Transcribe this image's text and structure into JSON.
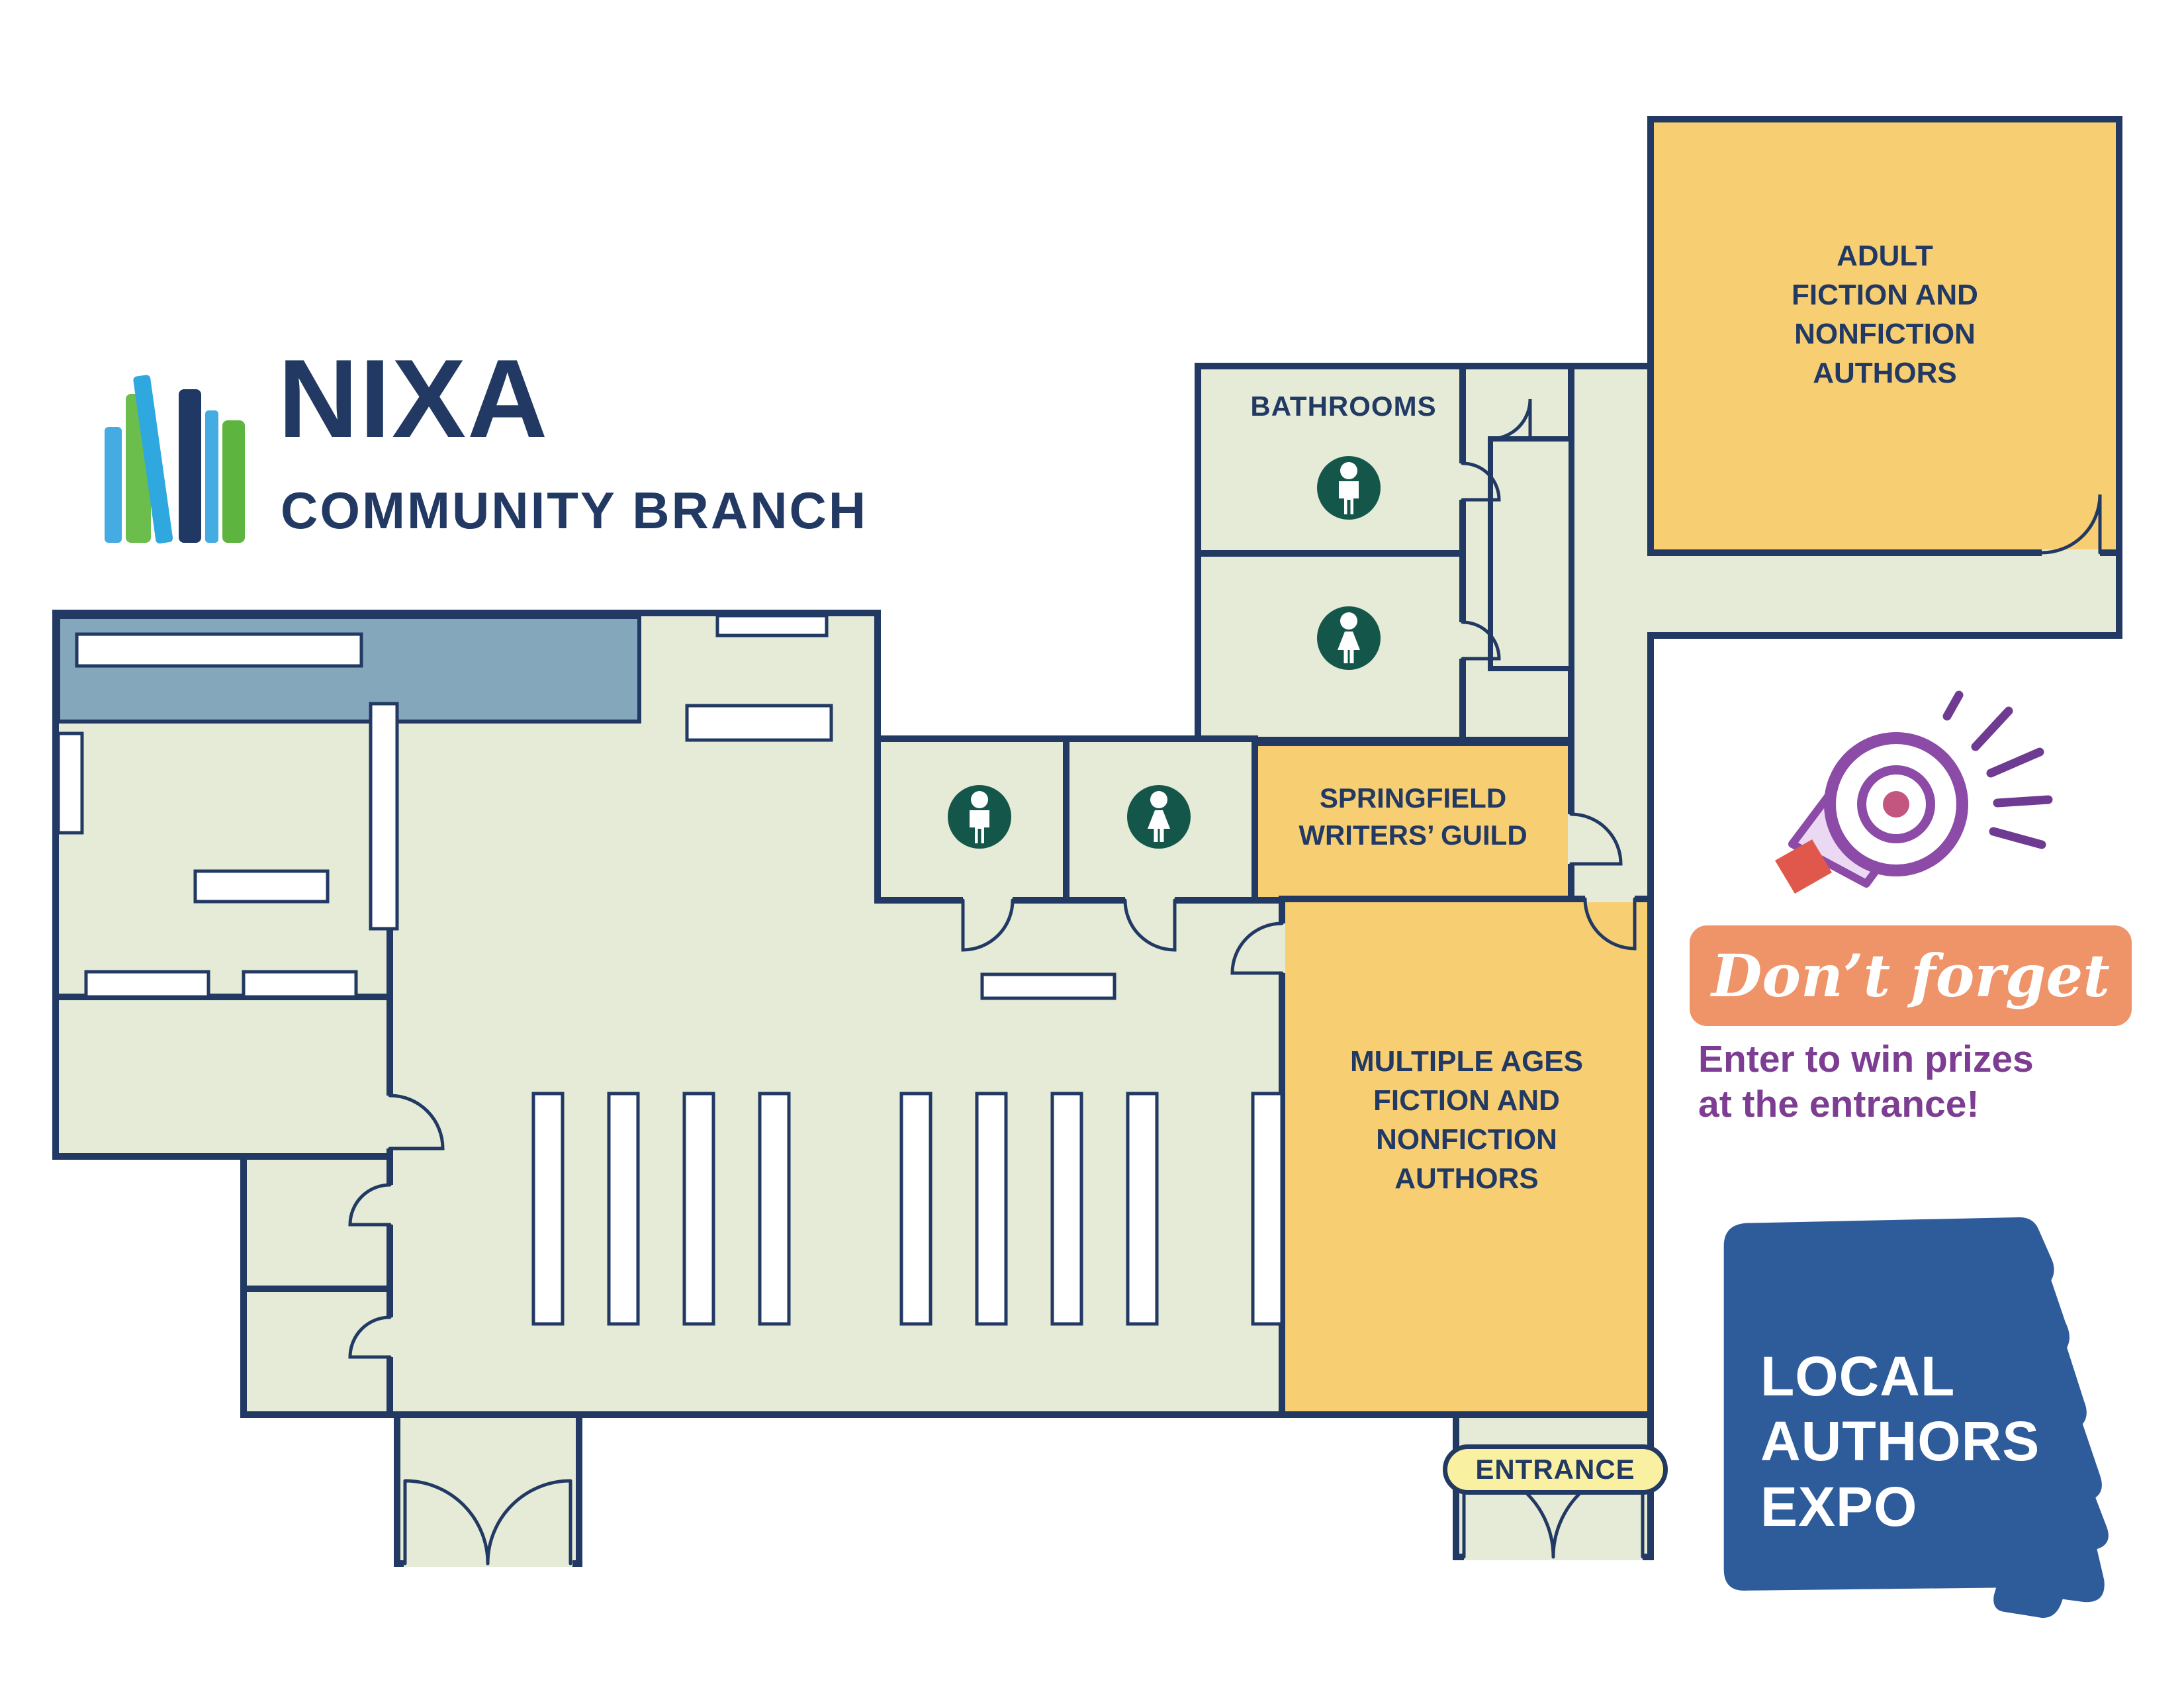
{
  "title": {
    "name": "NIXA",
    "subtitle": "COMMUNITY BRANCH"
  },
  "map": {
    "rooms": {
      "adult_authors": {
        "label": "ADULT\nFICTION AND\nNONFICTION\nAUTHORS",
        "fill": "#F8CE72"
      },
      "bathrooms": {
        "label": "BATHROOMS",
        "fill": "#E5EBD6"
      },
      "writers_guild": {
        "label": "SPRINGFIELD\nWRITERS’ GUILD",
        "fill": "#F8CE72"
      },
      "multiple_ages": {
        "label": "MULTIPLE AGES\nFICTION AND\nNONFICTION\nAUTHORS",
        "fill": "#F8CE72"
      },
      "entrance": {
        "label": "ENTRANCE",
        "fill": "#FAF0A2"
      }
    },
    "icons": {
      "male_restroom": "male-restroom-icon",
      "female_restroom": "female-restroom-icon"
    }
  },
  "promo": {
    "megaphone": "megaphone-icon",
    "dont_forget": "Don’t forget",
    "prizes": "Enter to win prizes\nat the entrance!",
    "event": {
      "shape_icon": "missouri-book-icon",
      "label": "LOCAL\nAUTHORS\nEXPO"
    }
  },
  "colors": {
    "wall_navy": "#223A63",
    "room_green": "#E5EBD6",
    "room_yellow": "#F8CE72",
    "accent_bluegray": "#84A7BC",
    "restroom_teal": "#15564B",
    "badge_orange": "#EF9368",
    "text_purple": "#7C3D92",
    "expo_blue": "#2E5C9B",
    "entrance_yellow": "#FAF0A2"
  }
}
